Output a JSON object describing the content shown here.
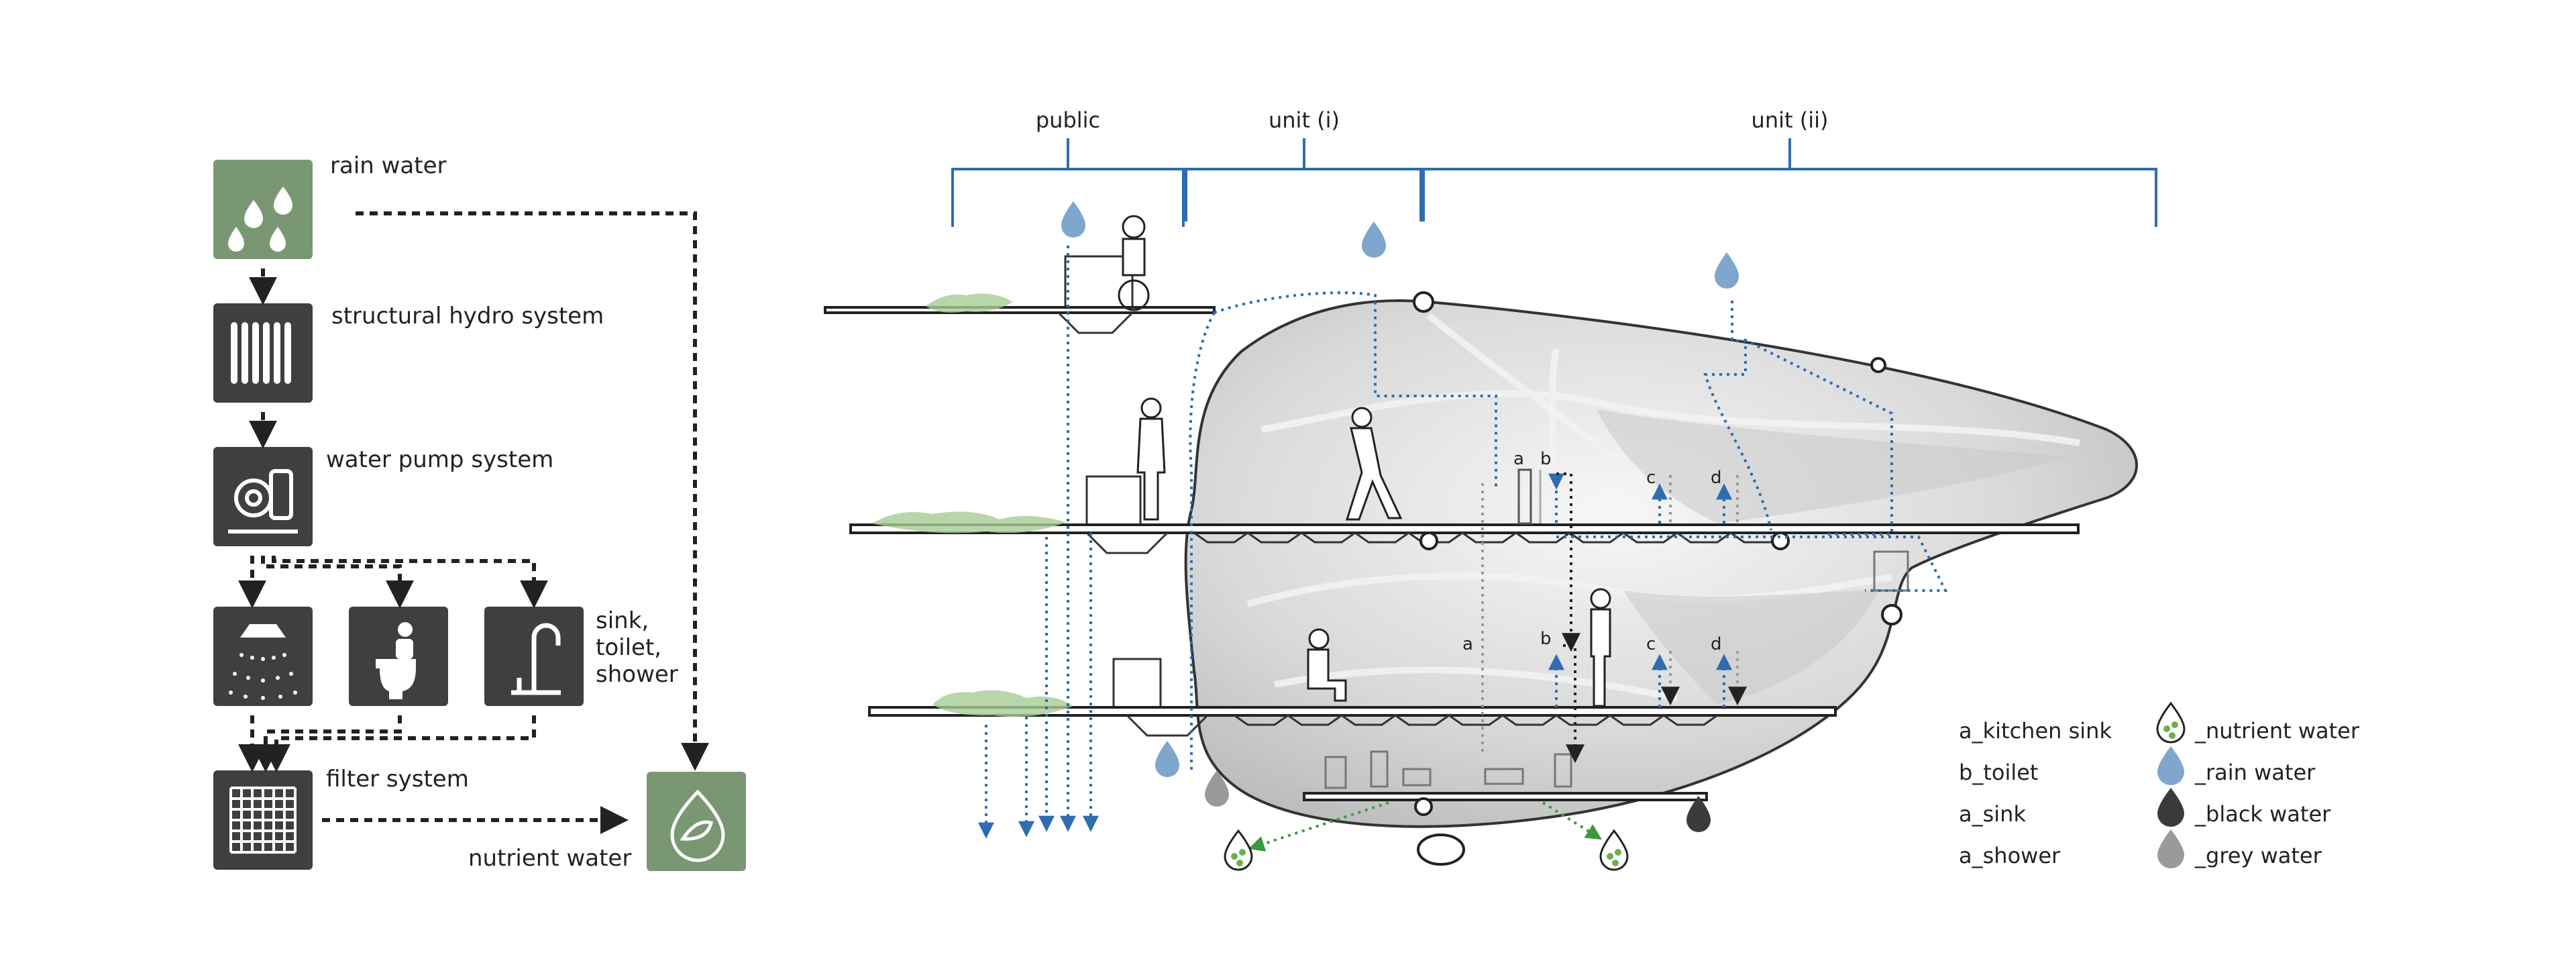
{
  "flow": {
    "rain_water": "rain water",
    "structural_hydro": "structural hydro system",
    "water_pump": "water pump system",
    "fixtures_line1": "sink,",
    "fixtures_line2": "toilet,",
    "fixtures_line3": "shower",
    "filter": "filter system",
    "nutrient": "nutrient water"
  },
  "zones": {
    "public": "public",
    "unit_i": "unit (i)",
    "unit_ii": "unit (ii)"
  },
  "markers": {
    "a": "a",
    "b": "b",
    "c": "c",
    "d": "d"
  },
  "legend": {
    "left": [
      "a_kitchen sink",
      "b_toilet",
      "a_sink",
      "a_shower"
    ],
    "right": [
      "_nutrient water",
      "_rain water",
      "_black water",
      "_grey water"
    ]
  },
  "colors": {
    "flow_box_dark": "#3f3f3f",
    "flow_box_green": "#7a9774",
    "bracket_blue": "#2e6db0",
    "rain_blue": "#7fa6cc",
    "black_water": "#3a3a3a",
    "grey_water": "#9a9a9a",
    "nutrient_green": "#6ab04c"
  },
  "icons": [
    "rain-drops-icon",
    "radiator-icon",
    "water-pump-icon",
    "shower-icon",
    "toilet-icon",
    "faucet-icon",
    "grid-filter-icon",
    "leaf-drop-icon"
  ]
}
